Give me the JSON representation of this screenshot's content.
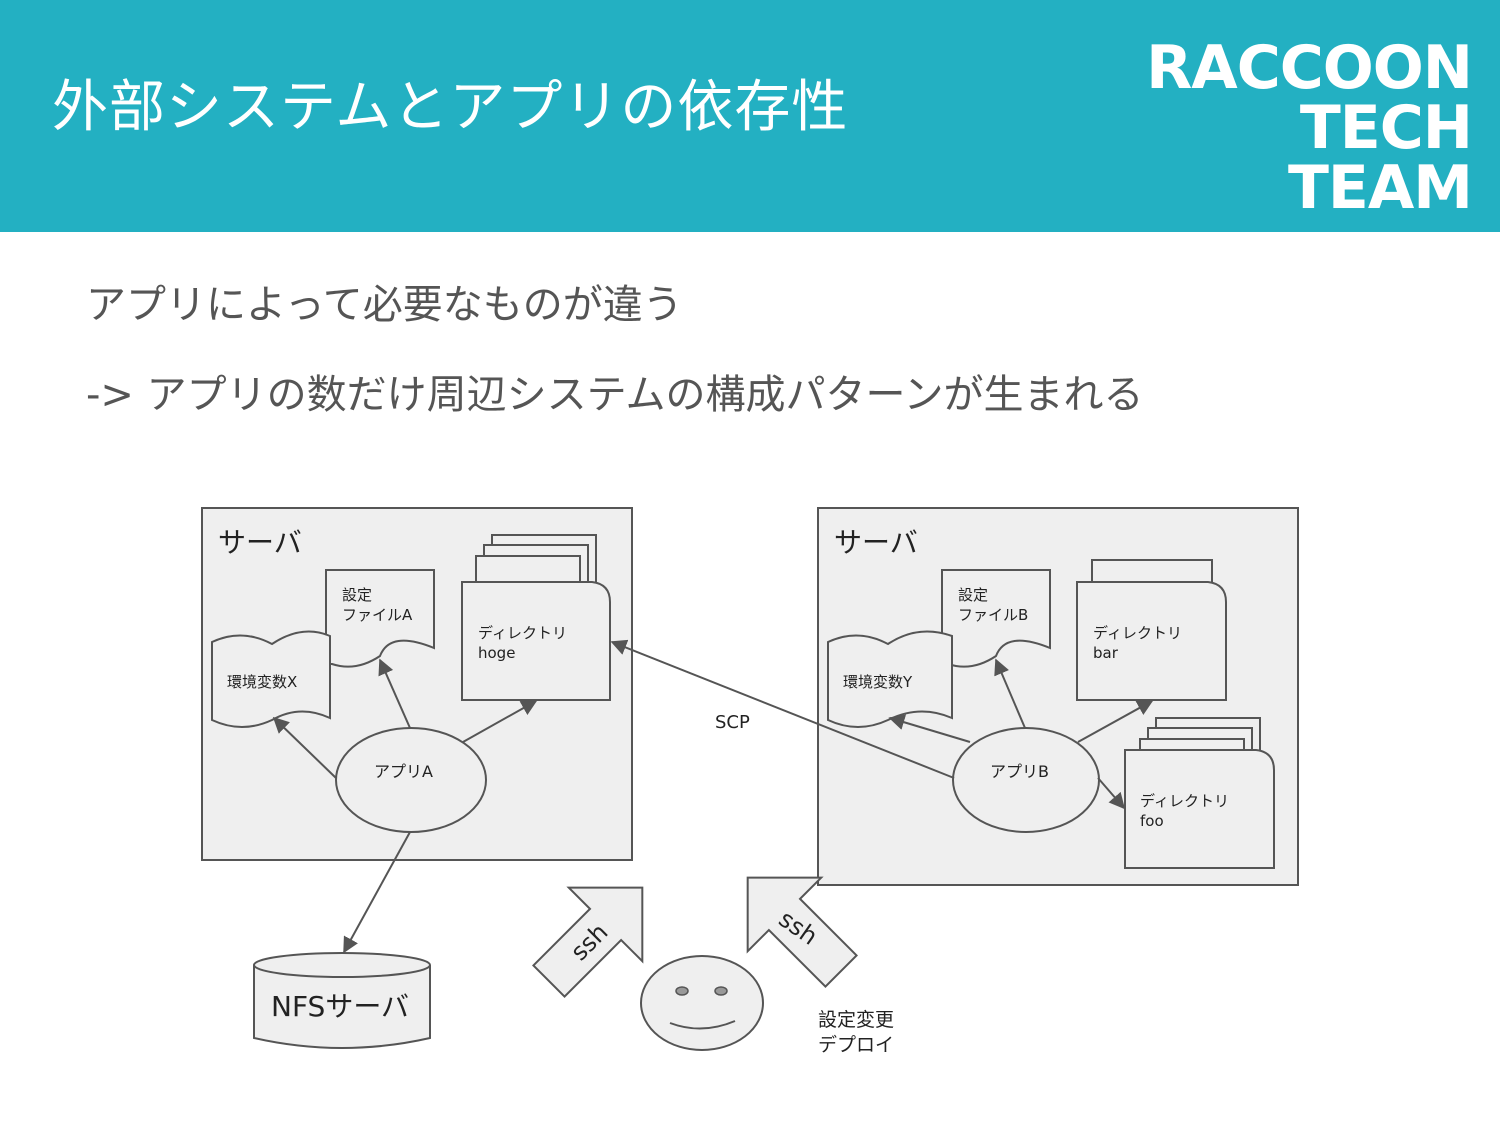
{
  "header": {
    "title": "外部システムとアプリの依存性",
    "logo_line1": "RACCOON",
    "logo_line2": "TECH TEAM",
    "background_color": "#23b0c2"
  },
  "bullets": [
    "アプリによって必要なものが違う",
    "-> アプリの数だけ周辺システムの構成パターンが生まれる"
  ],
  "diagram": {
    "server_left": {
      "label": "サーバ",
      "env": "環境変数X",
      "config": [
        "設定",
        "ファイルA"
      ],
      "dir": [
        "ディレクトリ",
        "hoge"
      ],
      "app": "アプリA"
    },
    "server_right": {
      "label": "サーバ",
      "env": "環境変数Y",
      "config": [
        "設定",
        "ファイルB"
      ],
      "dir_bar": [
        "ディレクトリ",
        "bar"
      ],
      "dir_foo": [
        "ディレクトリ",
        "foo"
      ],
      "app": "アプリB"
    },
    "scp_label": "SCP",
    "nfs": "NFSサーバ",
    "ssh_left": "ssh",
    "ssh_right": "ssh",
    "operator_note": [
      "設定変更",
      "デプロイ"
    ]
  }
}
